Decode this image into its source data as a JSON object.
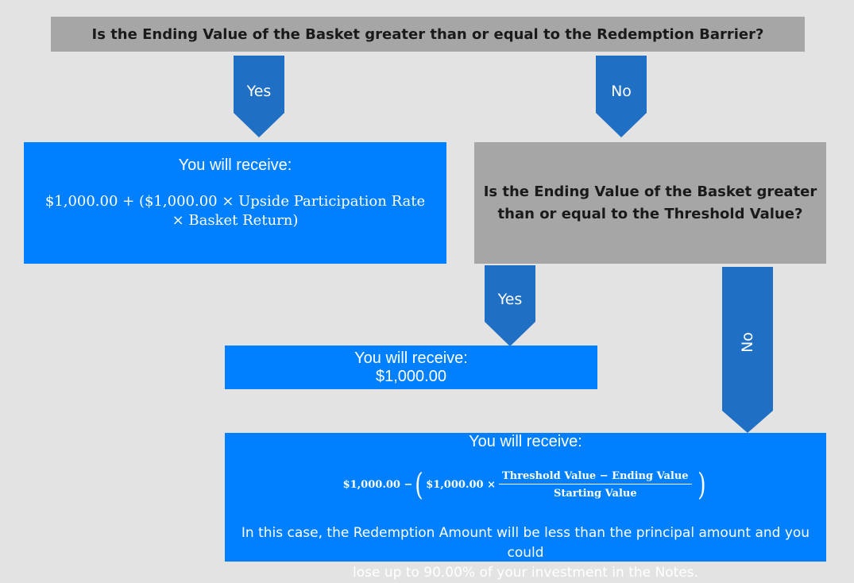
{
  "question_1": "Is the Ending Value of the Basket greater than or equal to the Redemption Barrier?",
  "question_2": "Is the Ending Value of the Basket greater than or equal to the Threshold Value?",
  "arrows": {
    "q1_yes": "Yes",
    "q1_no": "No",
    "q2_yes": "Yes",
    "q2_no": "No"
  },
  "outcome_1": {
    "heading": "You will receive:",
    "formula_line1": "$1,000.00 + ($1,000.00 × Upside Participation Rate",
    "formula_line2": "× Basket Return)"
  },
  "outcome_2": {
    "heading": "You will receive:",
    "amount": "$1,000.00"
  },
  "outcome_3": {
    "heading": "You will receive:",
    "formula_prefix": "$1,000.00 −",
    "formula_inner": "$1,000.00 ×",
    "numerator": "Threshold Value − Ending Value",
    "denominator": "Starting Value",
    "note_line1": "In this case, the Redemption Amount will be less than the principal amount and you could",
    "note_line2": "lose up to 90.00% of your investment in the Notes."
  },
  "colors": {
    "background": "#e3e3e3",
    "question_box": "#a6a6a6",
    "outcome_box": "#0080ff",
    "arrow": "#1f6fc5"
  }
}
